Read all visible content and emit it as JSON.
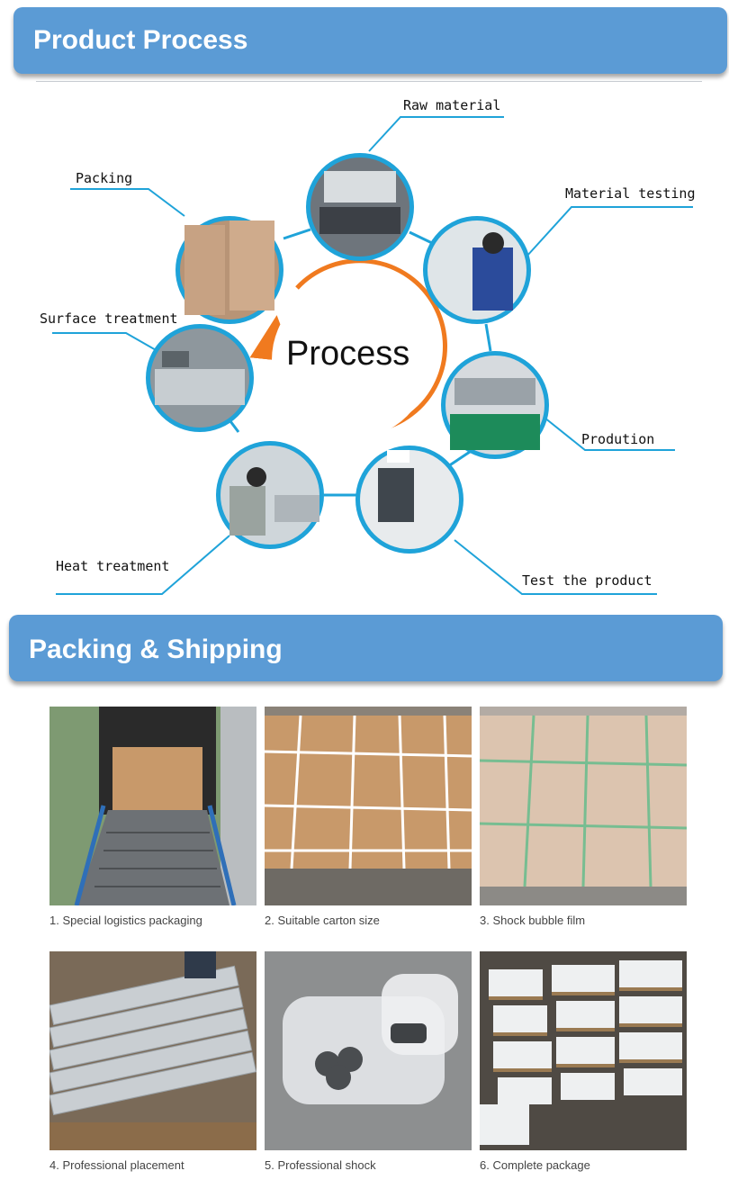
{
  "section1": {
    "title": "Product Process"
  },
  "process": {
    "center_label": "Process",
    "steps": [
      "Raw material",
      "Material testing",
      "Prodution",
      "Test the product",
      "Heat treatment",
      "Surface treatment",
      "Packing"
    ]
  },
  "section2": {
    "title": "Packing & Shipping"
  },
  "gallery": {
    "captions": [
      "1. Special logistics packaging",
      "2. Suitable carton size",
      "3. Shock bubble film",
      "4. Professional placement",
      "5. Professional shock",
      "6. Complete package"
    ]
  },
  "colors": {
    "banner": "#5b9bd5",
    "ring": "#1fa3d9",
    "arrow": "#f07a1f",
    "carton": "#c8996a"
  }
}
